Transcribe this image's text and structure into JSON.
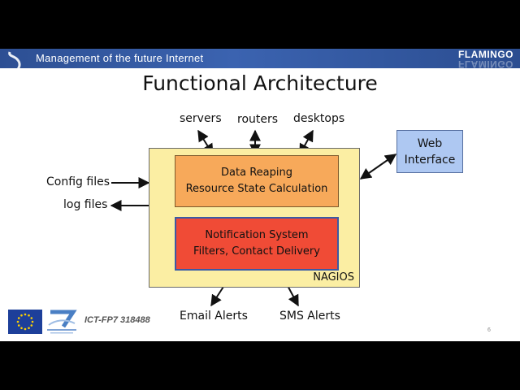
{
  "header": {
    "banner_title": "Management of the future Internet",
    "brand": "FLAMINGO",
    "banner_color": "#3b63b0"
  },
  "slide": {
    "title": "Functional Architecture"
  },
  "diagram": {
    "inputs_top": [
      "servers",
      "routers",
      "desktops"
    ],
    "inputs_left": [
      "Config files",
      "log files"
    ],
    "outputs_bottom": [
      "Email Alerts",
      "SMS Alerts"
    ],
    "container_label": "NAGIOS",
    "reaping": {
      "line1": "Data Reaping",
      "line2": "Resource State Calculation"
    },
    "notification": {
      "line1": "Notification System",
      "line2": "Filters, Contact Delivery"
    },
    "web": {
      "line1": "Web",
      "line2": "Interface"
    },
    "colors": {
      "nagios_fill": "#fbeea3",
      "reaping_fill": "#f7a95a",
      "notification_fill": "#f04b36",
      "notification_border": "#3b5aa5",
      "web_fill": "#aec8f2"
    }
  },
  "footer": {
    "project_id": "ICT-FP7 318488",
    "page_number": "6"
  }
}
